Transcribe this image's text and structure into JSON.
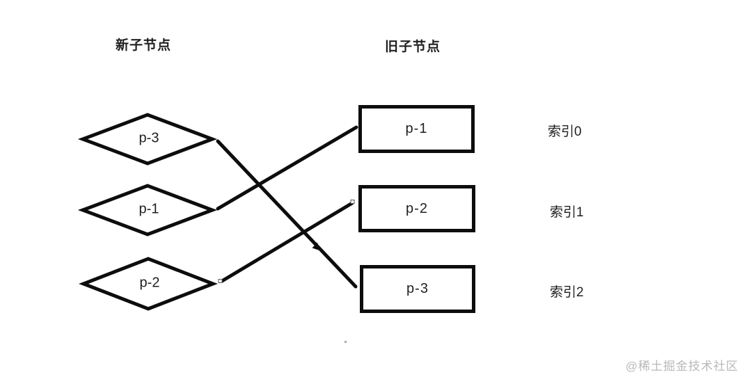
{
  "diagram": {
    "left_header": "新子节点",
    "right_header": "旧子节点",
    "new_nodes": [
      {
        "label": "p-3",
        "shape": "diamond"
      },
      {
        "label": "p-1",
        "shape": "diamond"
      },
      {
        "label": "p-2",
        "shape": "diamond"
      }
    ],
    "old_nodes": [
      {
        "label": "p-1",
        "shape": "rect",
        "index_label": "索引0"
      },
      {
        "label": "p-2",
        "shape": "rect",
        "index_label": "索引1"
      },
      {
        "label": "p-3",
        "shape": "rect",
        "index_label": "索引2"
      }
    ],
    "connections": [
      {
        "from": "new p-3",
        "to": "old p-3"
      },
      {
        "from": "new p-1",
        "to": "old p-1"
      },
      {
        "from": "new p-2",
        "to": "old p-2"
      }
    ],
    "colors": {
      "stroke": "#0d0d0d",
      "text": "#1f1f1f",
      "watermark": "#b9b9b9"
    }
  },
  "watermark": {
    "text": "@稀土掘金技术社区"
  }
}
